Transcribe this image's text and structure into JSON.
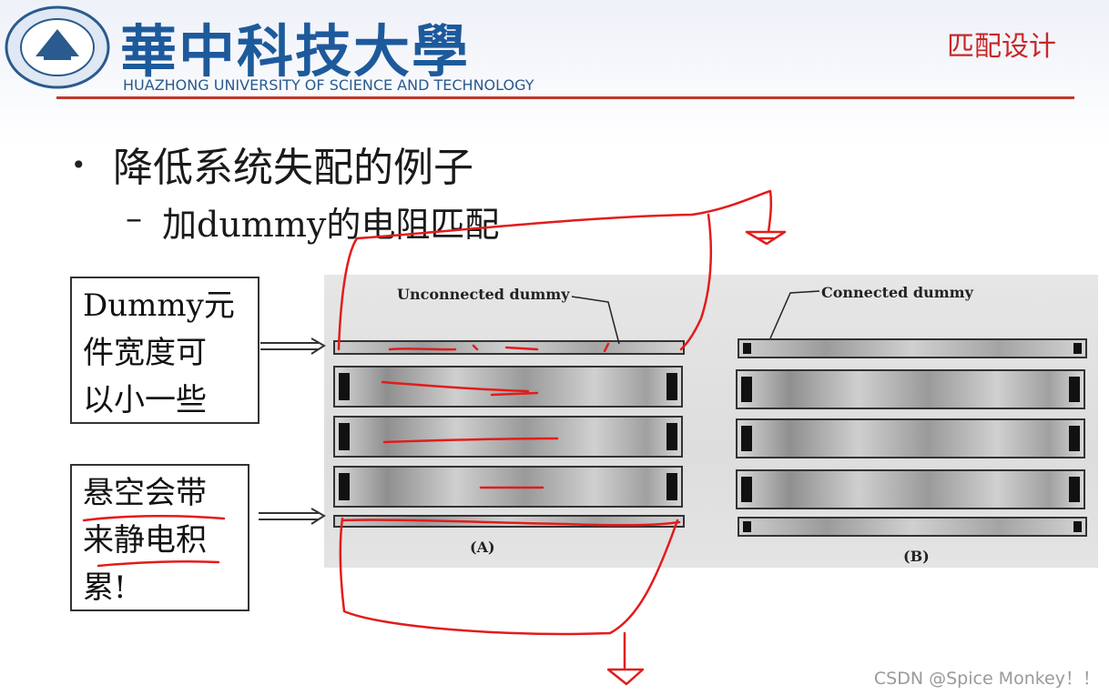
{
  "header": {
    "university_cn": "華中科技大學",
    "university_en": "HUAZHONG UNIVERSITY OF SCIENCE AND TECHNOLOGY",
    "section_title": "匹配设计",
    "rule_color": "#c0392b",
    "logo_icon": "university-seal-icon"
  },
  "content": {
    "bullet_main": "降低系统失配的例子",
    "bullet_sub": "加dummy的电阻匹配"
  },
  "callouts": [
    {
      "lines": [
        "Dummy元",
        "件宽度可",
        "以小一些"
      ]
    },
    {
      "lines": [
        "悬空会带",
        "来静电积",
        "累!"
      ]
    }
  ],
  "figure": {
    "label_unconnected": "Unconnected dummy",
    "label_connected": "Connected dummy",
    "panel_a": "(A)",
    "panel_b": "(B)"
  },
  "annotation_color": "#e31b1b",
  "watermark": "CSDN @Spice Monkey！！"
}
